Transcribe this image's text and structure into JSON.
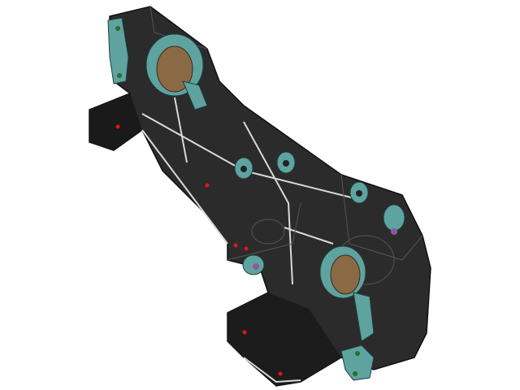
{
  "scene": {
    "background": "#ffffff",
    "colors": {
      "body": "#2b2b2b",
      "body_dark": "#141414",
      "edge_highlight": "#d9d9d9",
      "gasket": "#5fa3a0",
      "bore": "#8a6a45",
      "marker": "#e01515"
    },
    "objects": [
      "cad-housing-part",
      "gasket-top",
      "gasket-bottom",
      "bore-upper",
      "bore-lower",
      "washer-rings",
      "red-markers"
    ]
  }
}
